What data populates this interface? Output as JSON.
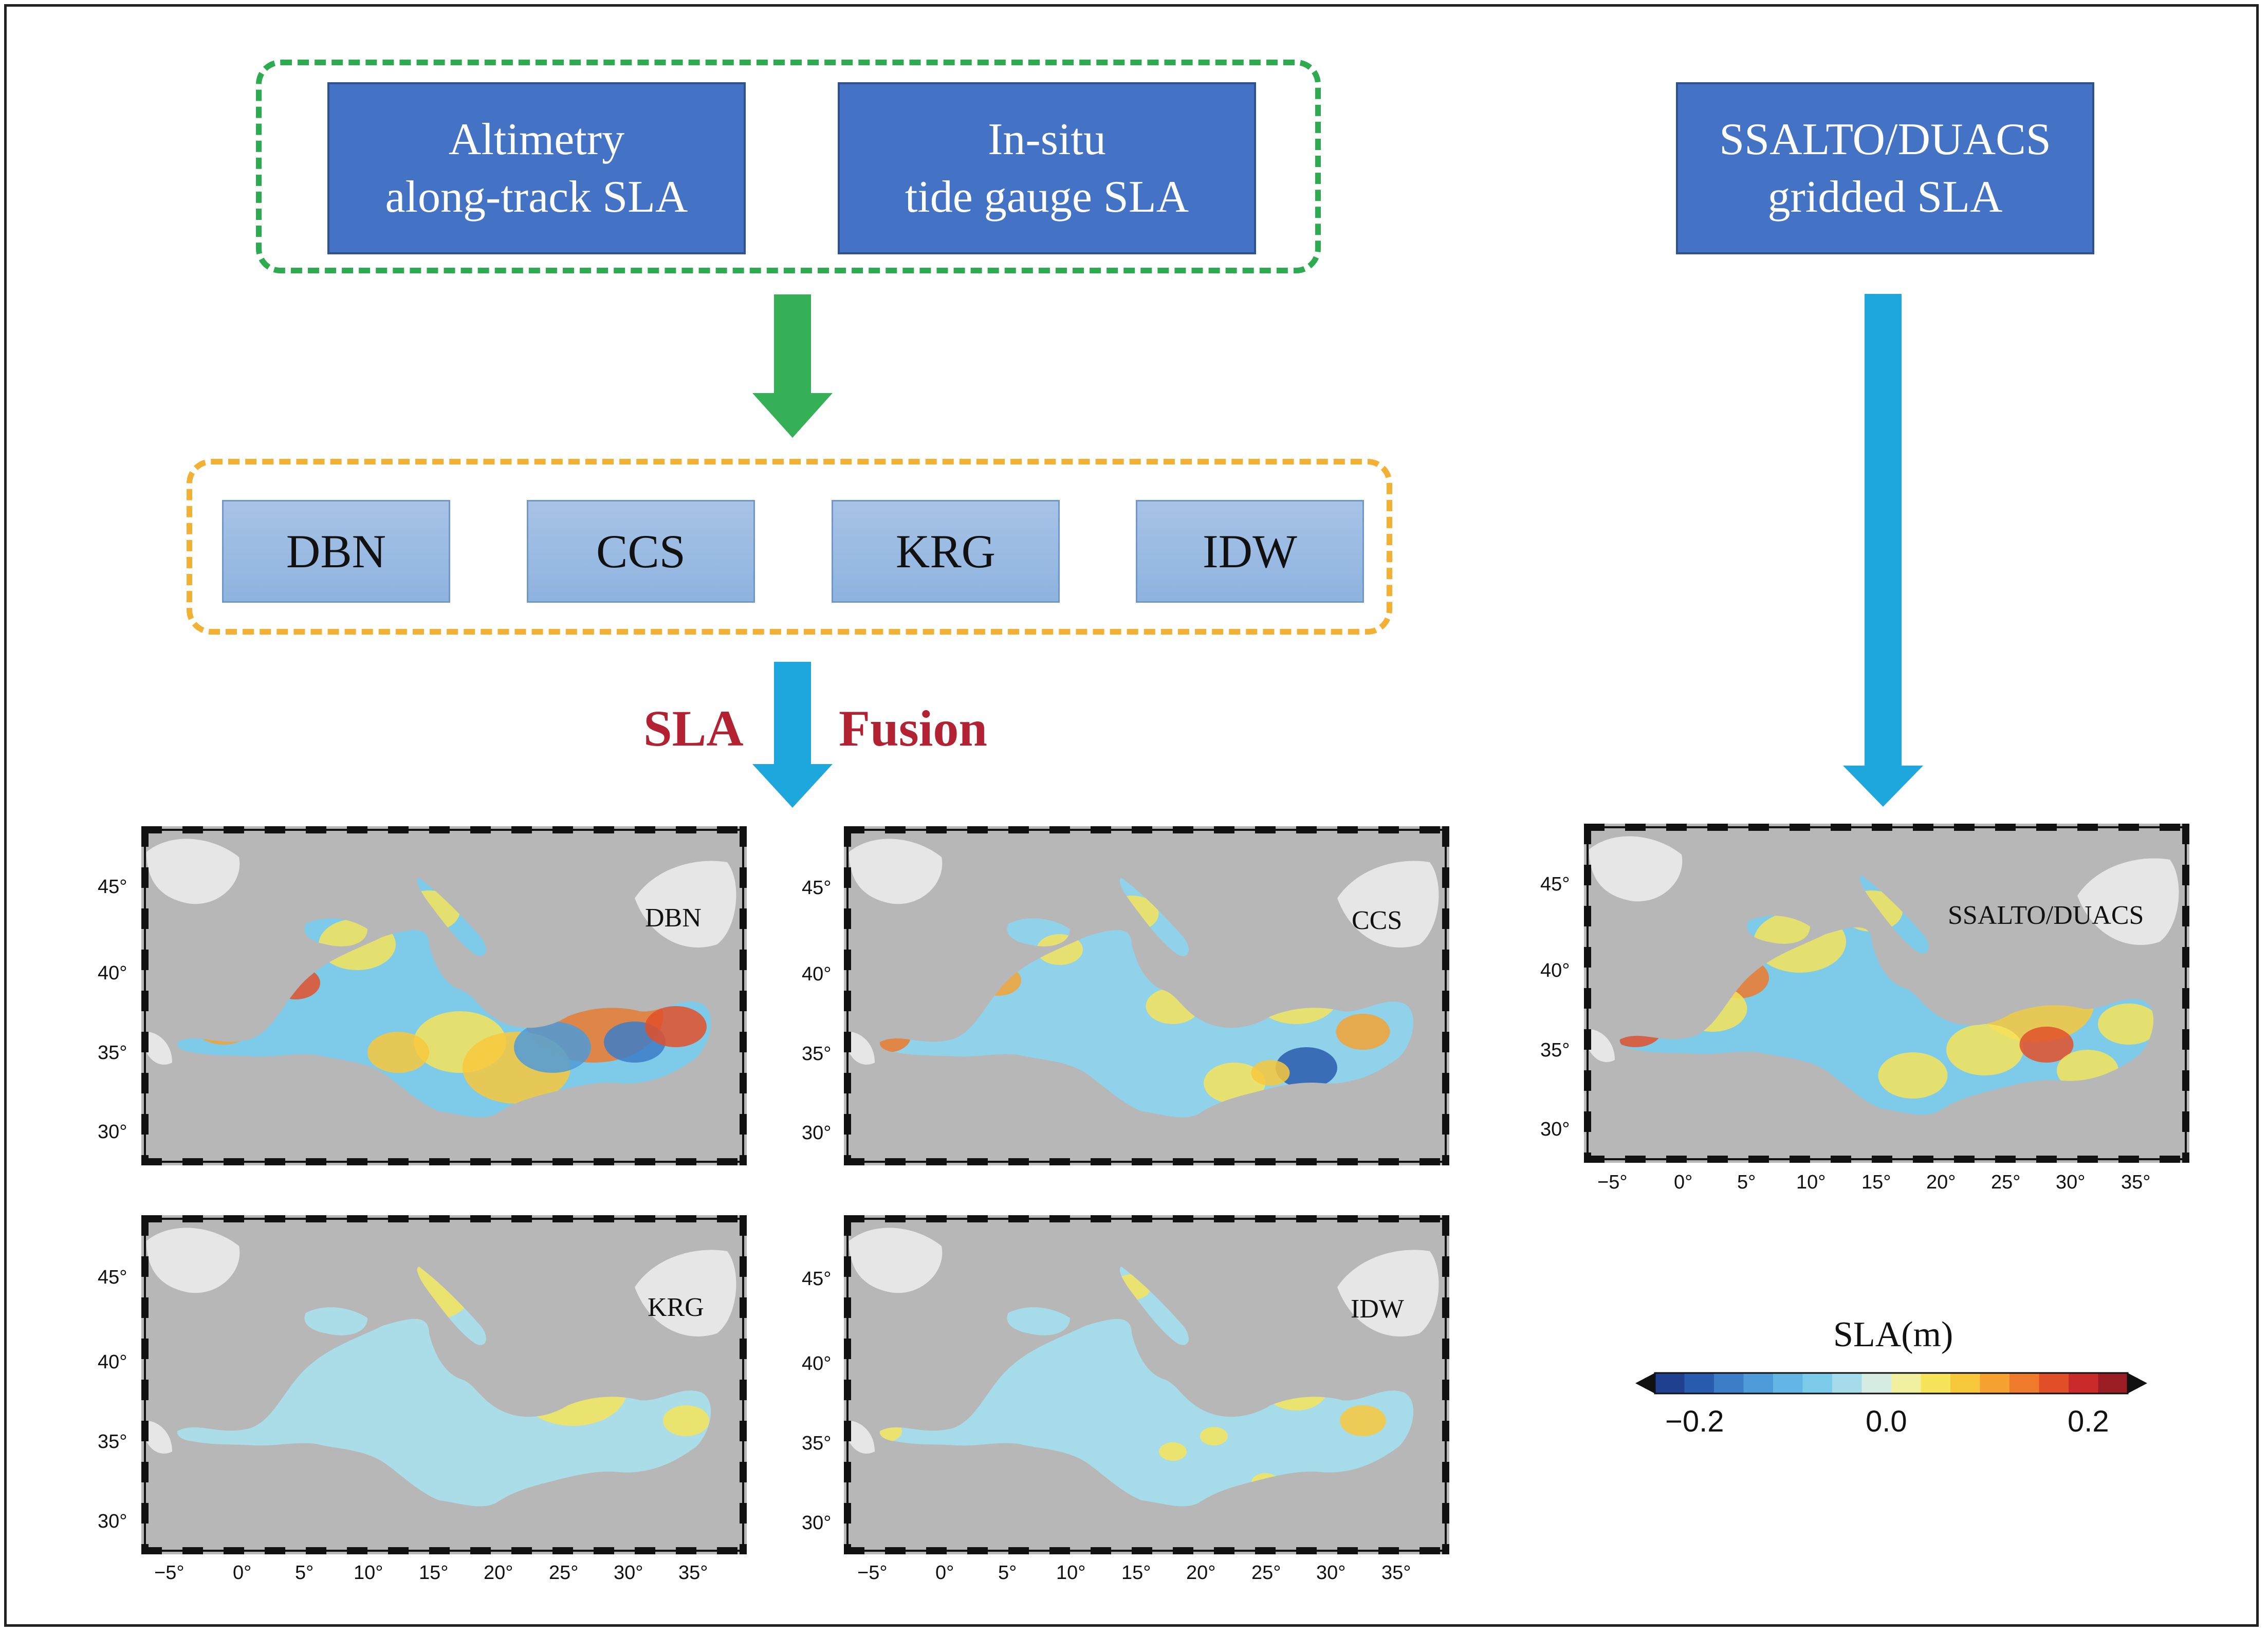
{
  "inputs": {
    "altimetry": "Altimetry\nalong-track SLA",
    "tide_gauge": "In-situ\ntide gauge SLA",
    "gridded": "SSALTO/DUACS\ngridded SLA"
  },
  "methods": [
    "DBN",
    "CCS",
    "KRG",
    "IDW"
  ],
  "fusion_label": {
    "left": "SLA",
    "right": "Fusion"
  },
  "maps": {
    "dbn": "DBN",
    "ccs": "CCS",
    "krg": "KRG",
    "idw": "IDW",
    "ssalto": "SSALTO/DUACS"
  },
  "lat_ticks": [
    "45°",
    "40°",
    "35°",
    "30°"
  ],
  "lon_ticks": [
    "−5°",
    "0°",
    "5°",
    "10°",
    "15°",
    "20°",
    "25°",
    "30°",
    "35°"
  ],
  "colorbar": {
    "title": "SLA(m)",
    "ticks": [
      "−0.2",
      "0.0",
      "0.2"
    ],
    "colors": [
      "#1f3f8f",
      "#2a5cae",
      "#3c7dc8",
      "#4f9bd8",
      "#63b6e4",
      "#7ccbea",
      "#a6dcea",
      "#d4ece2",
      "#f0f0a0",
      "#f6e45a",
      "#f8c83c",
      "#f5a232",
      "#ee7a2c",
      "#e2502a",
      "#c92a2a",
      "#9a1d24"
    ]
  },
  "colors": {
    "green_arrow": "#35b057",
    "blue_arrow": "#1ea7dd",
    "land": "#e6e6e6",
    "background": "#b7b7b7"
  }
}
